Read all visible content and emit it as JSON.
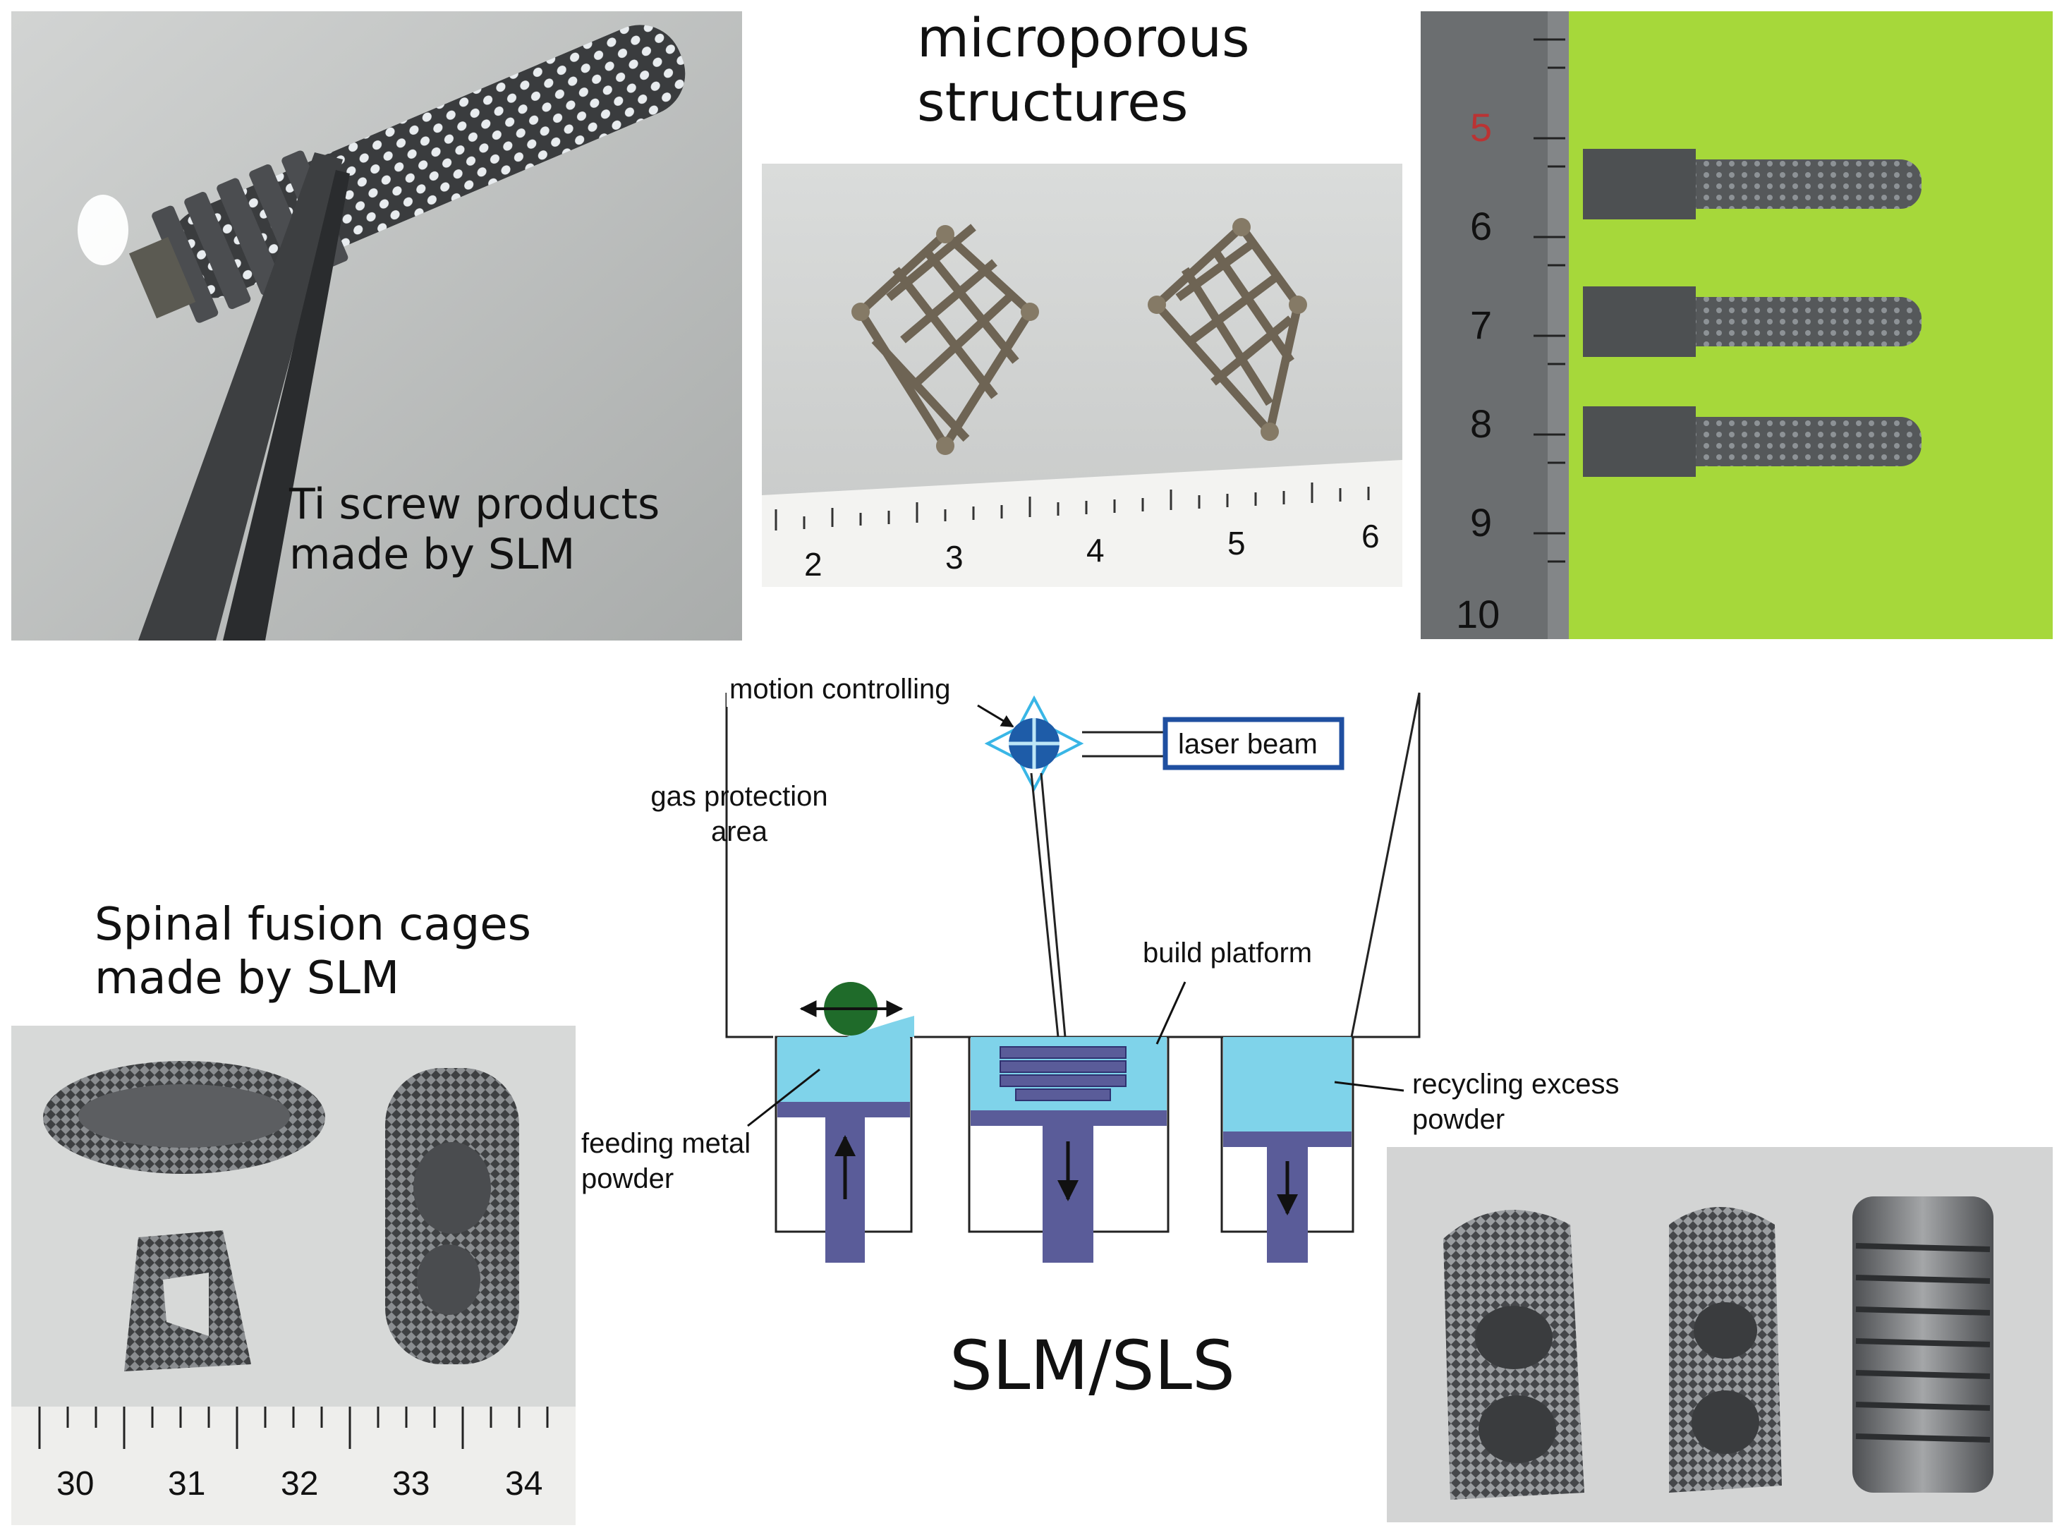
{
  "captions": {
    "ti_screw": "Ti screw products\nmade by SLM",
    "microporous": "microporous\nstructures",
    "spinal": "Spinal fusion cages\nmade by SLM",
    "method": "SLM/SLS"
  },
  "diagram_labels": {
    "motion": "motion controlling",
    "laser": "laser beam",
    "gas": "gas protection\narea",
    "platform": "build platform",
    "feeding": "feeding metal\npowder",
    "recycling": "recycling excess\npowder"
  },
  "rulers": {
    "microporous_ticks": [
      "2",
      "3",
      "4",
      "5",
      "6"
    ],
    "vertical_ticks": [
      "5",
      "6",
      "7",
      "8",
      "9",
      "10"
    ],
    "spinal_ticks": [
      "30",
      "31",
      "32",
      "33",
      "34"
    ]
  },
  "colors": {
    "powder": "#7fd3ea",
    "piston": "#5a5c99",
    "laser_box": "#1f4fa0",
    "roller": "#1f6b2a",
    "green_bg": "#a6d83a"
  }
}
